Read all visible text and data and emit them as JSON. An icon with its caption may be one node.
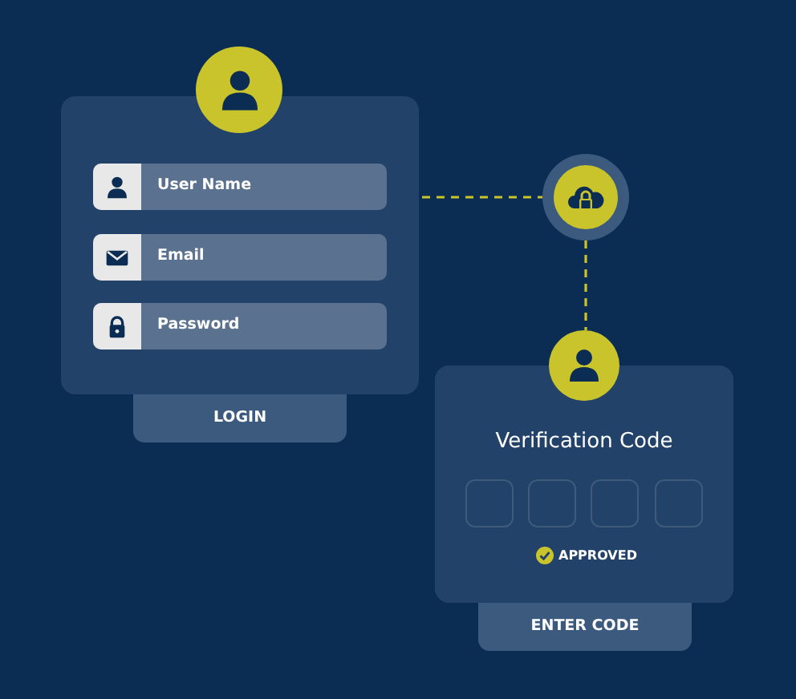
{
  "diagram": {
    "nodes": [
      {
        "text": [],
        "shape": "box"
      },
      {
        "text": [],
        "shape": "circle"
      },
      {
        "text": [
          "User Name"
        ],
        "in": 0
      },
      {
        "text": [
          "Email"
        ],
        "in": 0
      },
      {
        "text": [
          "Password"
        ],
        "in": 0
      },
      {
        "text": [
          "LOGIN"
        ]
      },
      {
        "text": [],
        "shape": "circle"
      },
      {
        "text": [
          "Verification Code"
        ]
      },
      {
        "text": [],
        "shape": "circle"
      },
      {
        "text": [],
        "shape": "box",
        "in": 7
      },
      {
        "text": [],
        "shape": "box",
        "in": 7
      },
      {
        "text": [],
        "shape": "box",
        "in": 7
      },
      {
        "text": [],
        "shape": "box",
        "in": 7
      },
      {
        "text": [
          "ENTER CODE"
        ]
      }
    ],
    "edges": [
      {
        "from": 0,
        "to": 6,
        "arrow": "none",
        "style": "dashed"
      },
      {
        "from": 6,
        "to": 8,
        "arrow": "none",
        "style": "dashed"
      }
    ],
    "labels": [
      "APPROVED"
    ]
  }
}
